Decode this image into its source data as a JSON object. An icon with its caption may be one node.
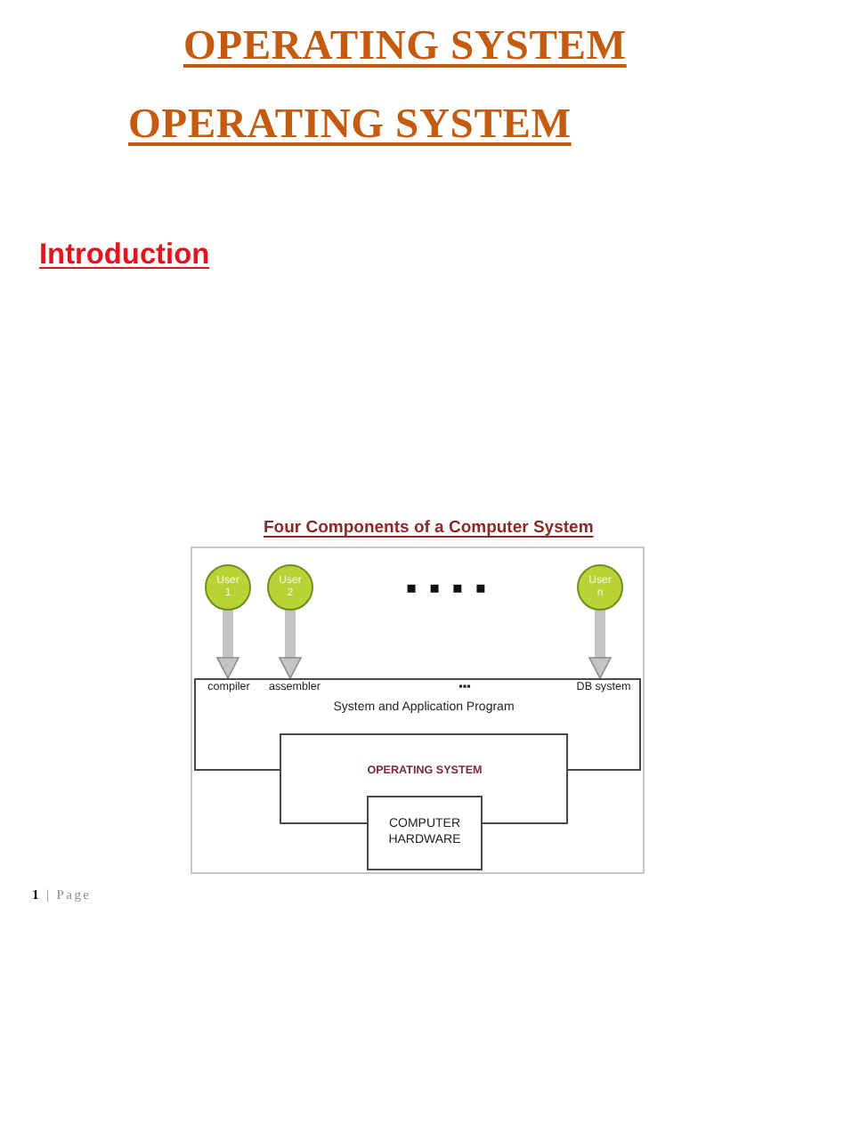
{
  "diagram": {
    "title": "OPERATING SYSTEM",
    "nodes": [
      {
        "text": [
          "User 1"
        ]
      },
      {
        "text": [
          "User 2"
        ]
      },
      {
        "text": [
          "User n"
        ]
      },
      {
        "text": [
          "compiler",
          "assembler",
          "▪▪▪",
          "DB system",
          "System and Application Program"
        ]
      },
      {
        "text": [
          "OPERATING SYSTEM"
        ]
      },
      {
        "text": [
          "COMPUTER HARDWARE"
        ]
      }
    ],
    "edges": [
      {
        "from": 0,
        "to": 3,
        "arrow": "to"
      },
      {
        "from": 1,
        "to": 3,
        "arrow": "to"
      },
      {
        "from": 2,
        "to": 3,
        "arrow": "to"
      }
    ],
    "labels": [
      "OPERATING SYSTEM",
      "Introduction",
      "Four Components of a Computer System",
      "▪ ▪ ▪ ▪",
      "**1** | Page"
    ]
  }
}
